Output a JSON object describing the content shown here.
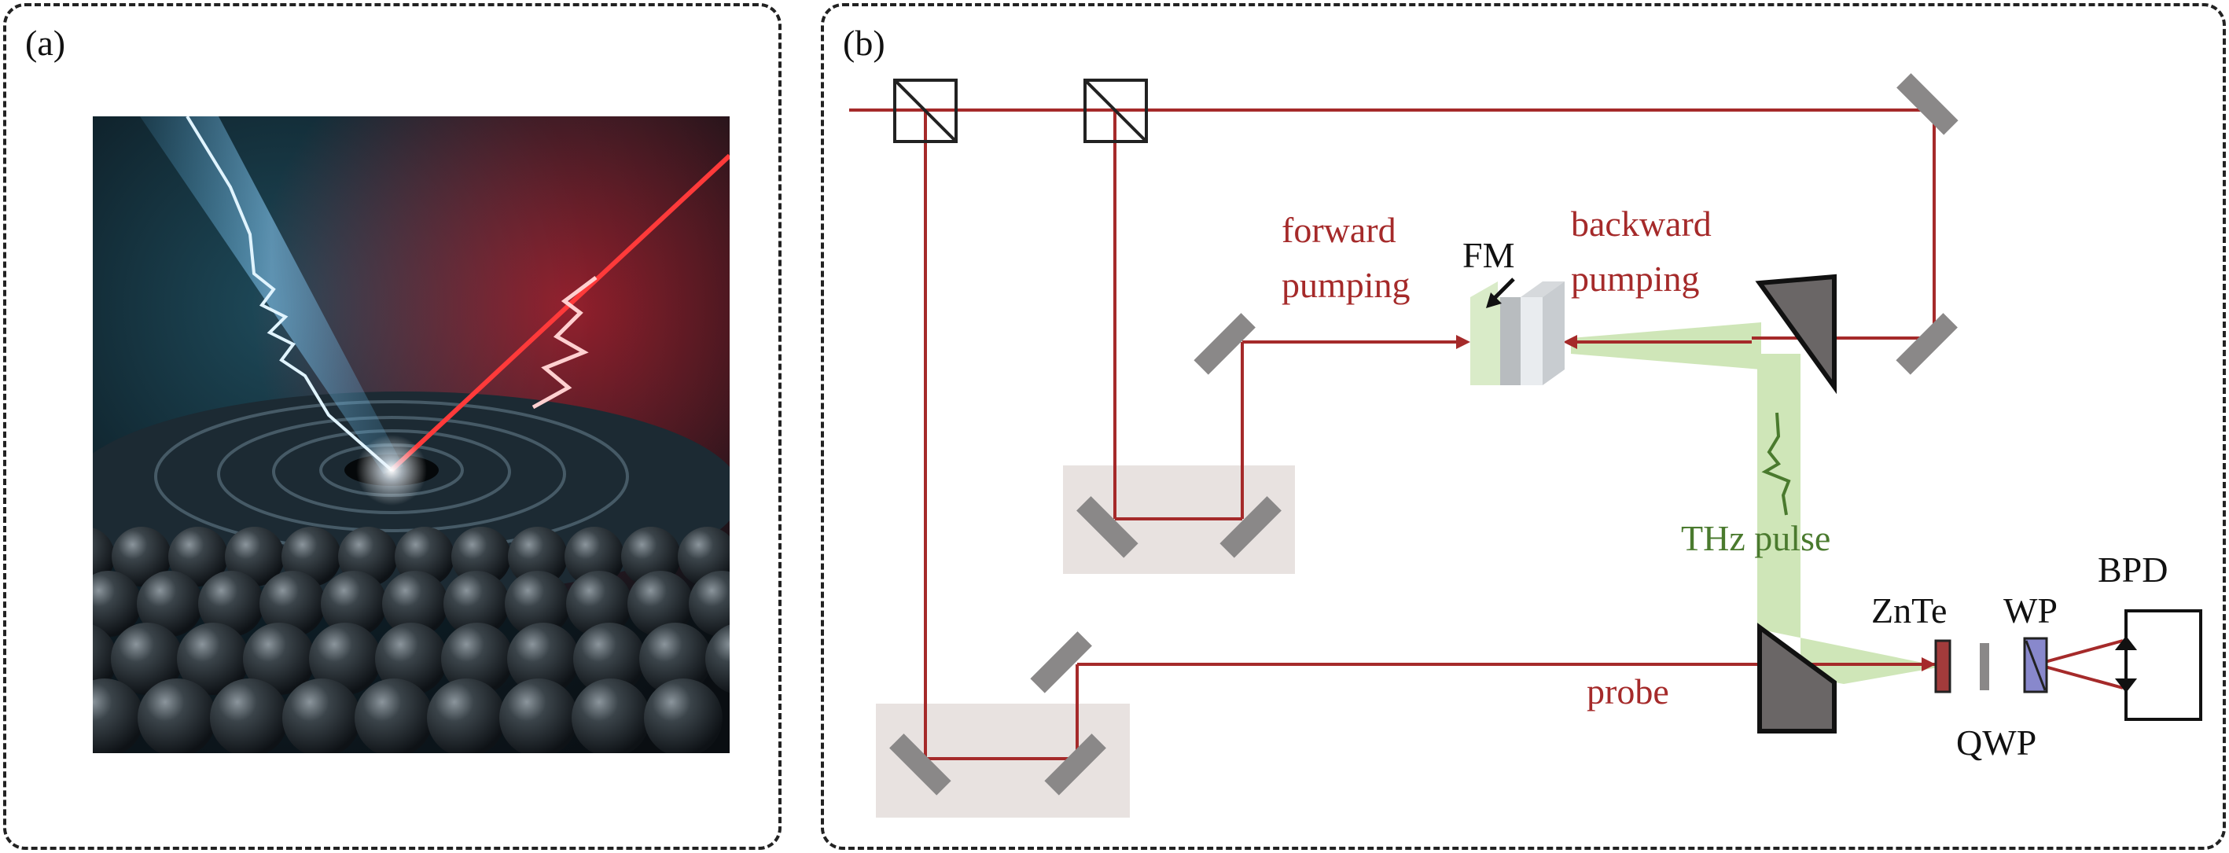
{
  "panels": {
    "a": {
      "label": "(a)"
    },
    "b": {
      "label": "(b)"
    }
  },
  "diagram": {
    "labels": {
      "forward_pumping_line1": "forward",
      "forward_pumping_line2": "pumping",
      "fm": "FM",
      "backward_pumping_line1": "backward",
      "backward_pumping_line2": "pumping",
      "thz_pulse": "THz pulse",
      "probe": "probe",
      "znte": "ZnTe",
      "wp": "WP",
      "bpd": "BPD",
      "qwp": "QWP"
    }
  },
  "colors": {
    "beam": "#a52a2a",
    "thz_beam": "#cfe6b8",
    "thz_label": "#4a7a2e",
    "mirror": "#8a8888",
    "delay_stage": "#e8e2e0",
    "fm_green": "#d9ebc8",
    "fm_gray": "#b8bcbf",
    "znte": "#a23b3b",
    "wp": "#8888cc",
    "blue_beam": "#5ab0e0",
    "red_beam": "#ff3030"
  }
}
